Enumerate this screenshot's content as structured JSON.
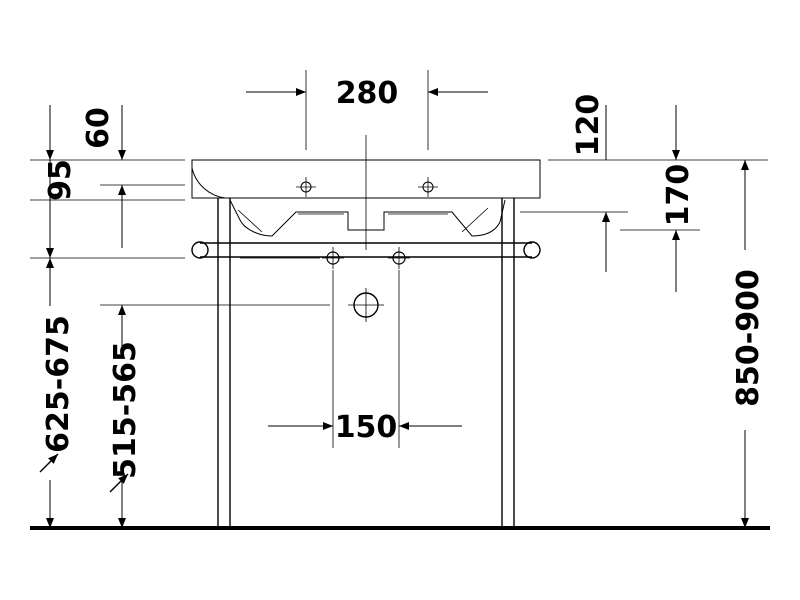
{
  "dimensions": {
    "top_hole_spacing": "280",
    "rim_to_overflow": "60",
    "basin_depth": "95",
    "top_to_tap_holes": "120",
    "top_to_waste": "170",
    "total_height": "850-900",
    "towel_rail_height": "625-675",
    "waste_outlet_height": "515-565",
    "wall_hole_spacing": "150"
  }
}
